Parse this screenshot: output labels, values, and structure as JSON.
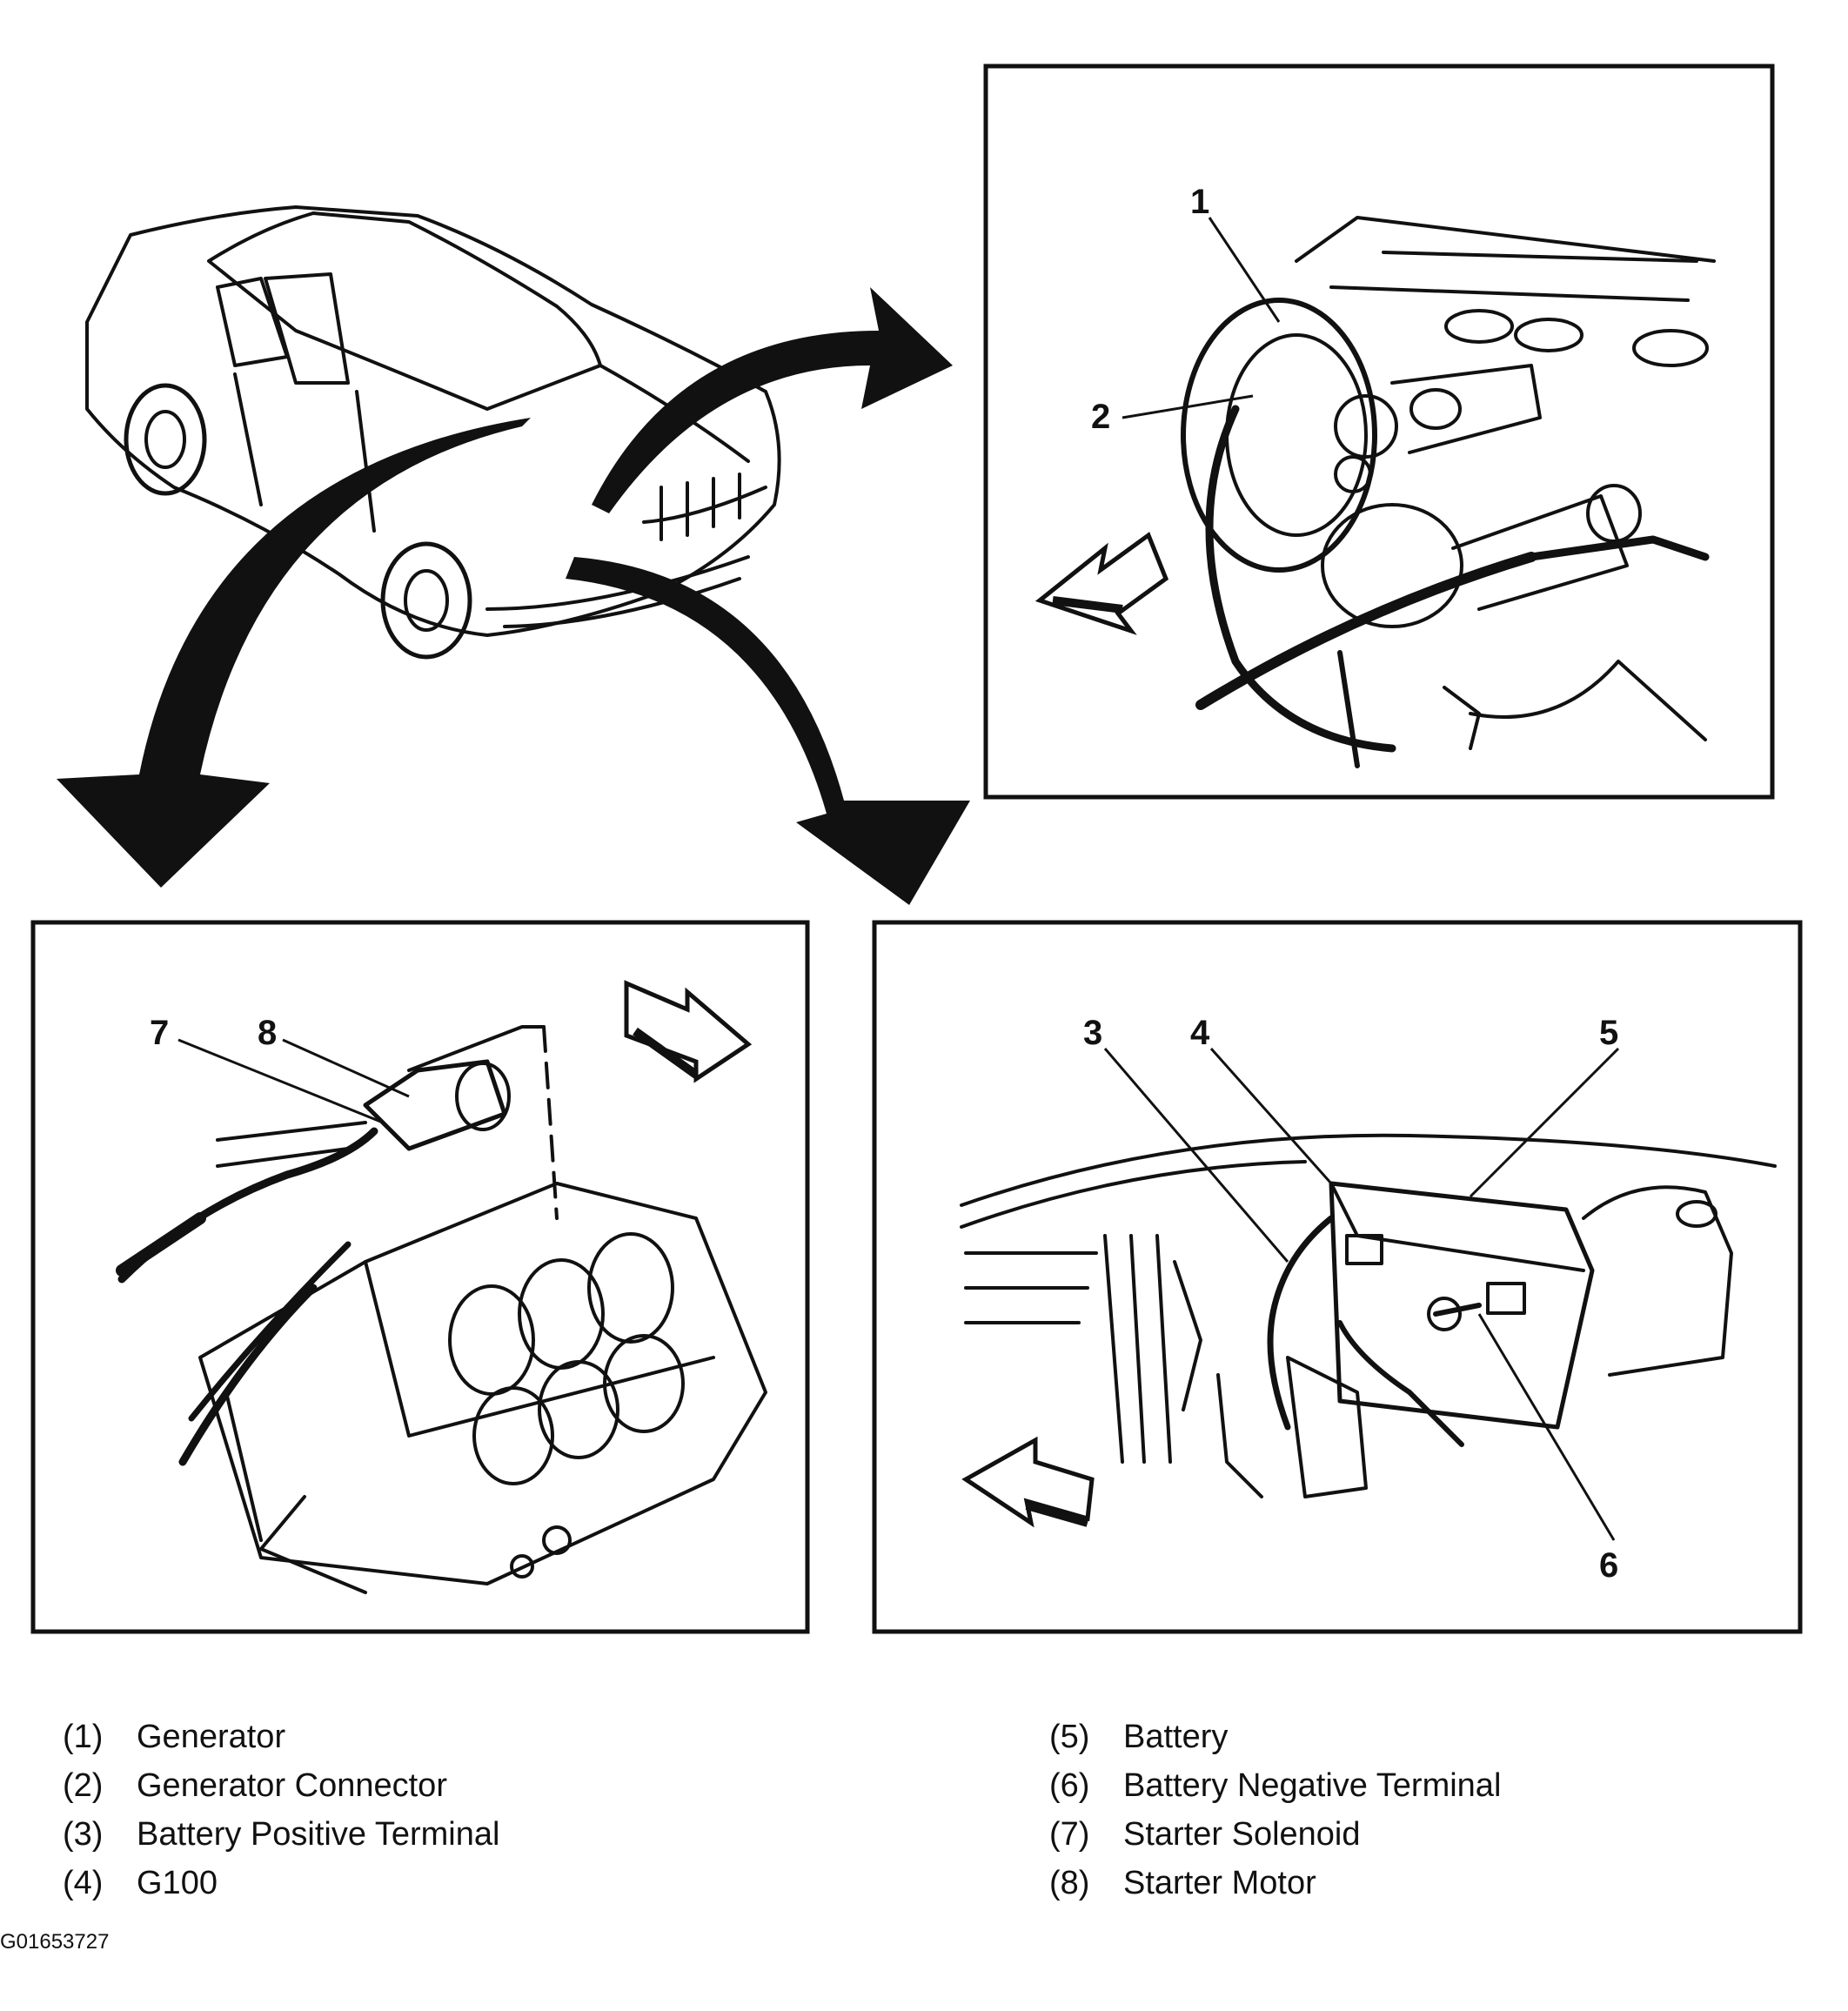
{
  "callouts": {
    "c1": "1",
    "c2": "2",
    "c3": "3",
    "c4": "4",
    "c5": "5",
    "c6": "6",
    "c7": "7",
    "c8": "8"
  },
  "legend": {
    "left": [
      {
        "num": "(1)",
        "label": "Generator"
      },
      {
        "num": "(2)",
        "label": "Generator Connector"
      },
      {
        "num": "(3)",
        "label": "Battery Positive Terminal"
      },
      {
        "num": "(4)",
        "label": "G100"
      }
    ],
    "right": [
      {
        "num": "(5)",
        "label": "Battery"
      },
      {
        "num": "(6)",
        "label": "Battery Negative Terminal"
      },
      {
        "num": "(7)",
        "label": "Starter Solenoid"
      },
      {
        "num": "(8)",
        "label": "Starter Motor"
      }
    ]
  },
  "figure_id": "G01653727"
}
